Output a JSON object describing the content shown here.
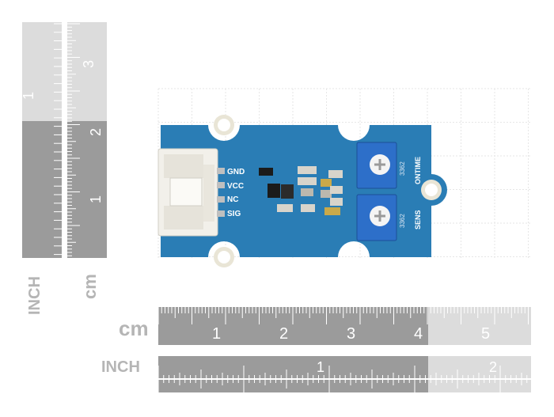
{
  "vertical_ruler": {
    "cm_labels": [
      "1",
      "2"
    ],
    "inch_labels": [
      "3"
    ],
    "cm_unit": "cm",
    "inch_unit": "INCH",
    "inch_top_labels": [
      "1"
    ]
  },
  "horizontal_ruler": {
    "cm_unit": "cm",
    "cm_labels": [
      "1",
      "2",
      "3",
      "4",
      "5"
    ],
    "inch_unit": "INCH",
    "inch_labels": [
      "1",
      "2"
    ]
  },
  "board": {
    "pins": [
      "GND",
      "VCC",
      "NC",
      "SIG"
    ],
    "pot_top_label": "ONTIME",
    "pot_bottom_label": "SENS",
    "pot_code_top": "3362",
    "pot_code_bottom": "3362",
    "pcb_color": "#2a7db5",
    "connector_color": "#f2f0ea",
    "pot_color": "#2d6fc9"
  }
}
